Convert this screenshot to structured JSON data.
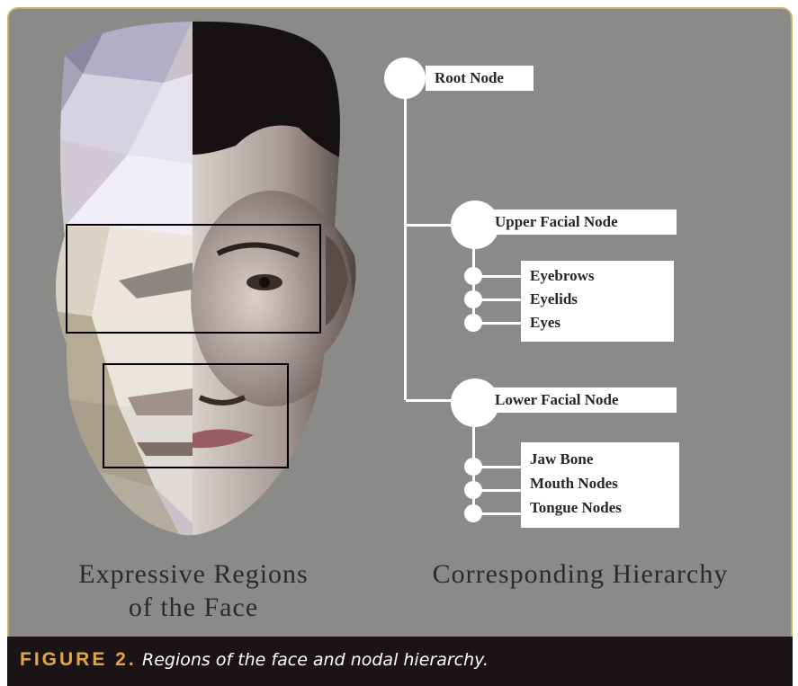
{
  "figure_caption": {
    "label": "FIGURE 2.",
    "text": "Regions of the face and nodal hierarchy."
  },
  "left_caption": {
    "line1": "Expressive Regions",
    "line2": "of the Face"
  },
  "right_caption": {
    "line1": "Corresponding Hierarchy"
  },
  "hierarchy": {
    "root": "Root Node",
    "upper": {
      "label": "Upper Facial Node",
      "children": [
        "Eyebrows",
        "Eyelids",
        "Eyes"
      ]
    },
    "lower": {
      "label": "Lower Facial Node",
      "children": [
        "Jaw Bone",
        "Mouth Nodes",
        "Tongue Nodes"
      ]
    }
  },
  "colors": {
    "panel_background": "#8a8a88",
    "panel_border": "#c9b46a",
    "caption_background": "#1b1417",
    "caption_label": "#e8a53c",
    "node_fill": "#ffffff"
  }
}
